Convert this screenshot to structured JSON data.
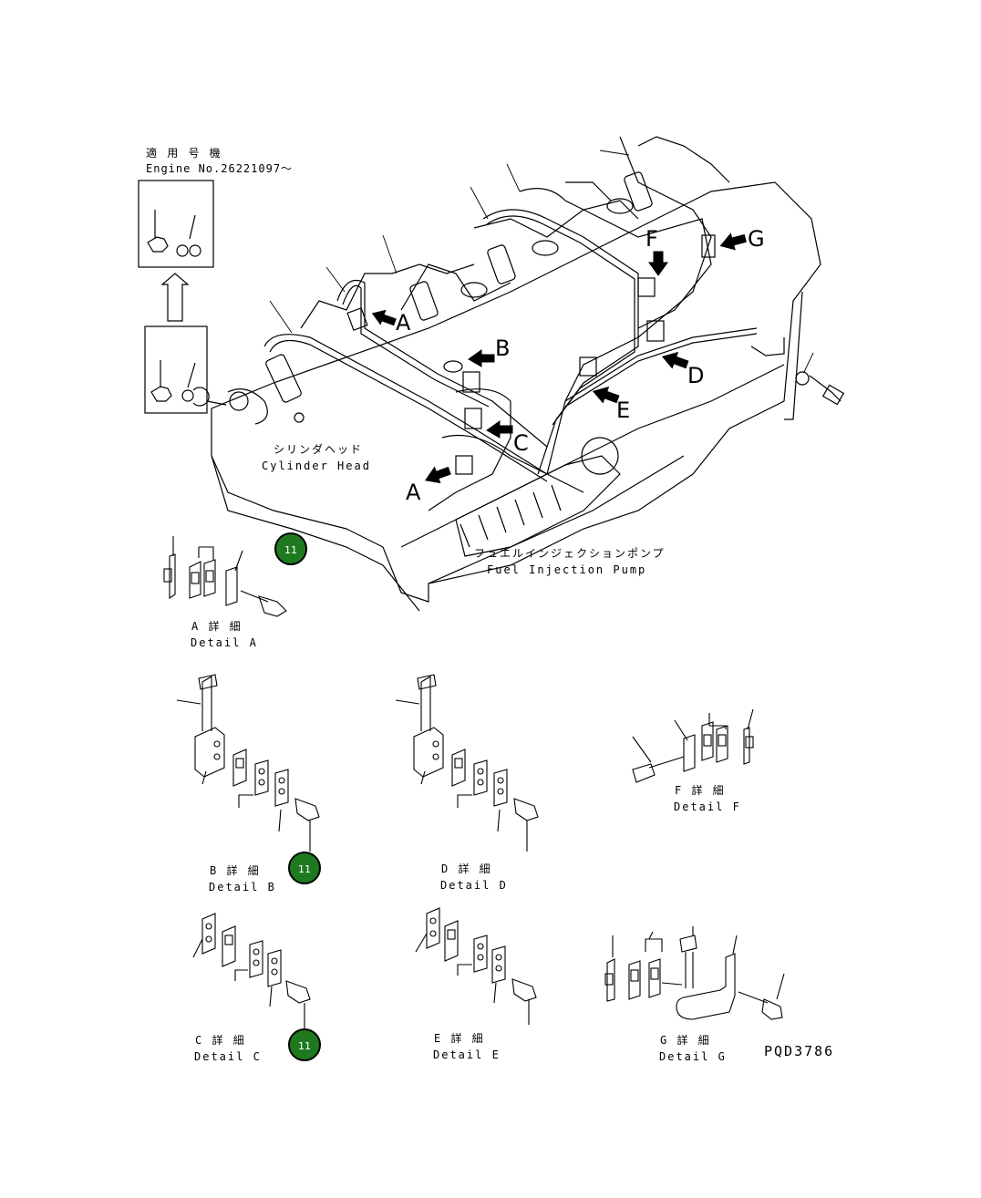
{
  "engine_note": {
    "jp": "適 用 号 機",
    "en": "Engine No.26221097～"
  },
  "labels": {
    "cylinder_head_jp": "シリンダヘッド",
    "cylinder_head_en": "Cylinder Head",
    "pump_jp": "フュエルインジェクションポンプ",
    "pump_en": "Fuel Injection Pump"
  },
  "arrow_letters": {
    "a1": "A",
    "b": "B",
    "c": "C",
    "a2": "A",
    "d": "D",
    "e": "E",
    "f": "F",
    "g": "G"
  },
  "details": {
    "a": {
      "jp": "A 詳 細",
      "en": "Detail A"
    },
    "b": {
      "jp": "B 詳 細",
      "en": "Detail B"
    },
    "c": {
      "jp": "C 詳 細",
      "en": "Detail C"
    },
    "d": {
      "jp": "D 詳 細",
      "en": "Detail D"
    },
    "e": {
      "jp": "E 詳 細",
      "en": "Detail E"
    },
    "f": {
      "jp": "F 詳 細",
      "en": "Detail F"
    },
    "g": {
      "jp": "G 詳 細",
      "en": "Detail G"
    }
  },
  "part_badges": {
    "a": "11",
    "b": "11",
    "c": "11"
  },
  "drawing_code": "PQD3786",
  "colors": {
    "badge": "#1f7a1f",
    "line": "#000000"
  }
}
